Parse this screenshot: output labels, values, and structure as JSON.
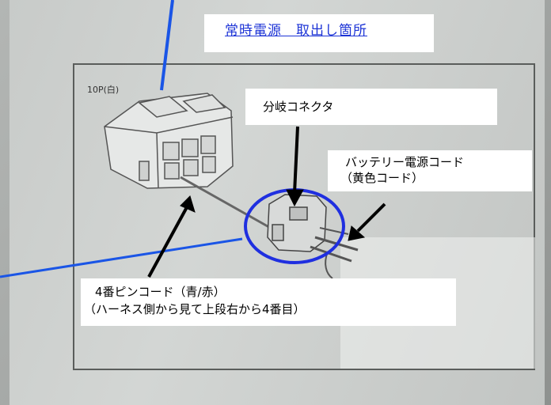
{
  "title": "常時電源　取出し箇所",
  "connector_label": "10P(白)",
  "labels": {
    "split_connector": "分岐コネクタ",
    "battery_cord": "バッテリー電源コード",
    "battery_cord_sub": "（黄色コード）",
    "pin_cord": "4番ピンコード（青/赤）",
    "pin_cord_sub": "（ハーネス側から見て上段右から4番目）"
  },
  "colors": {
    "title": "#1d34d6",
    "highlight_circle": "#1f2fe0",
    "blue_line": "#1a55e6",
    "arrow": "#000000"
  }
}
